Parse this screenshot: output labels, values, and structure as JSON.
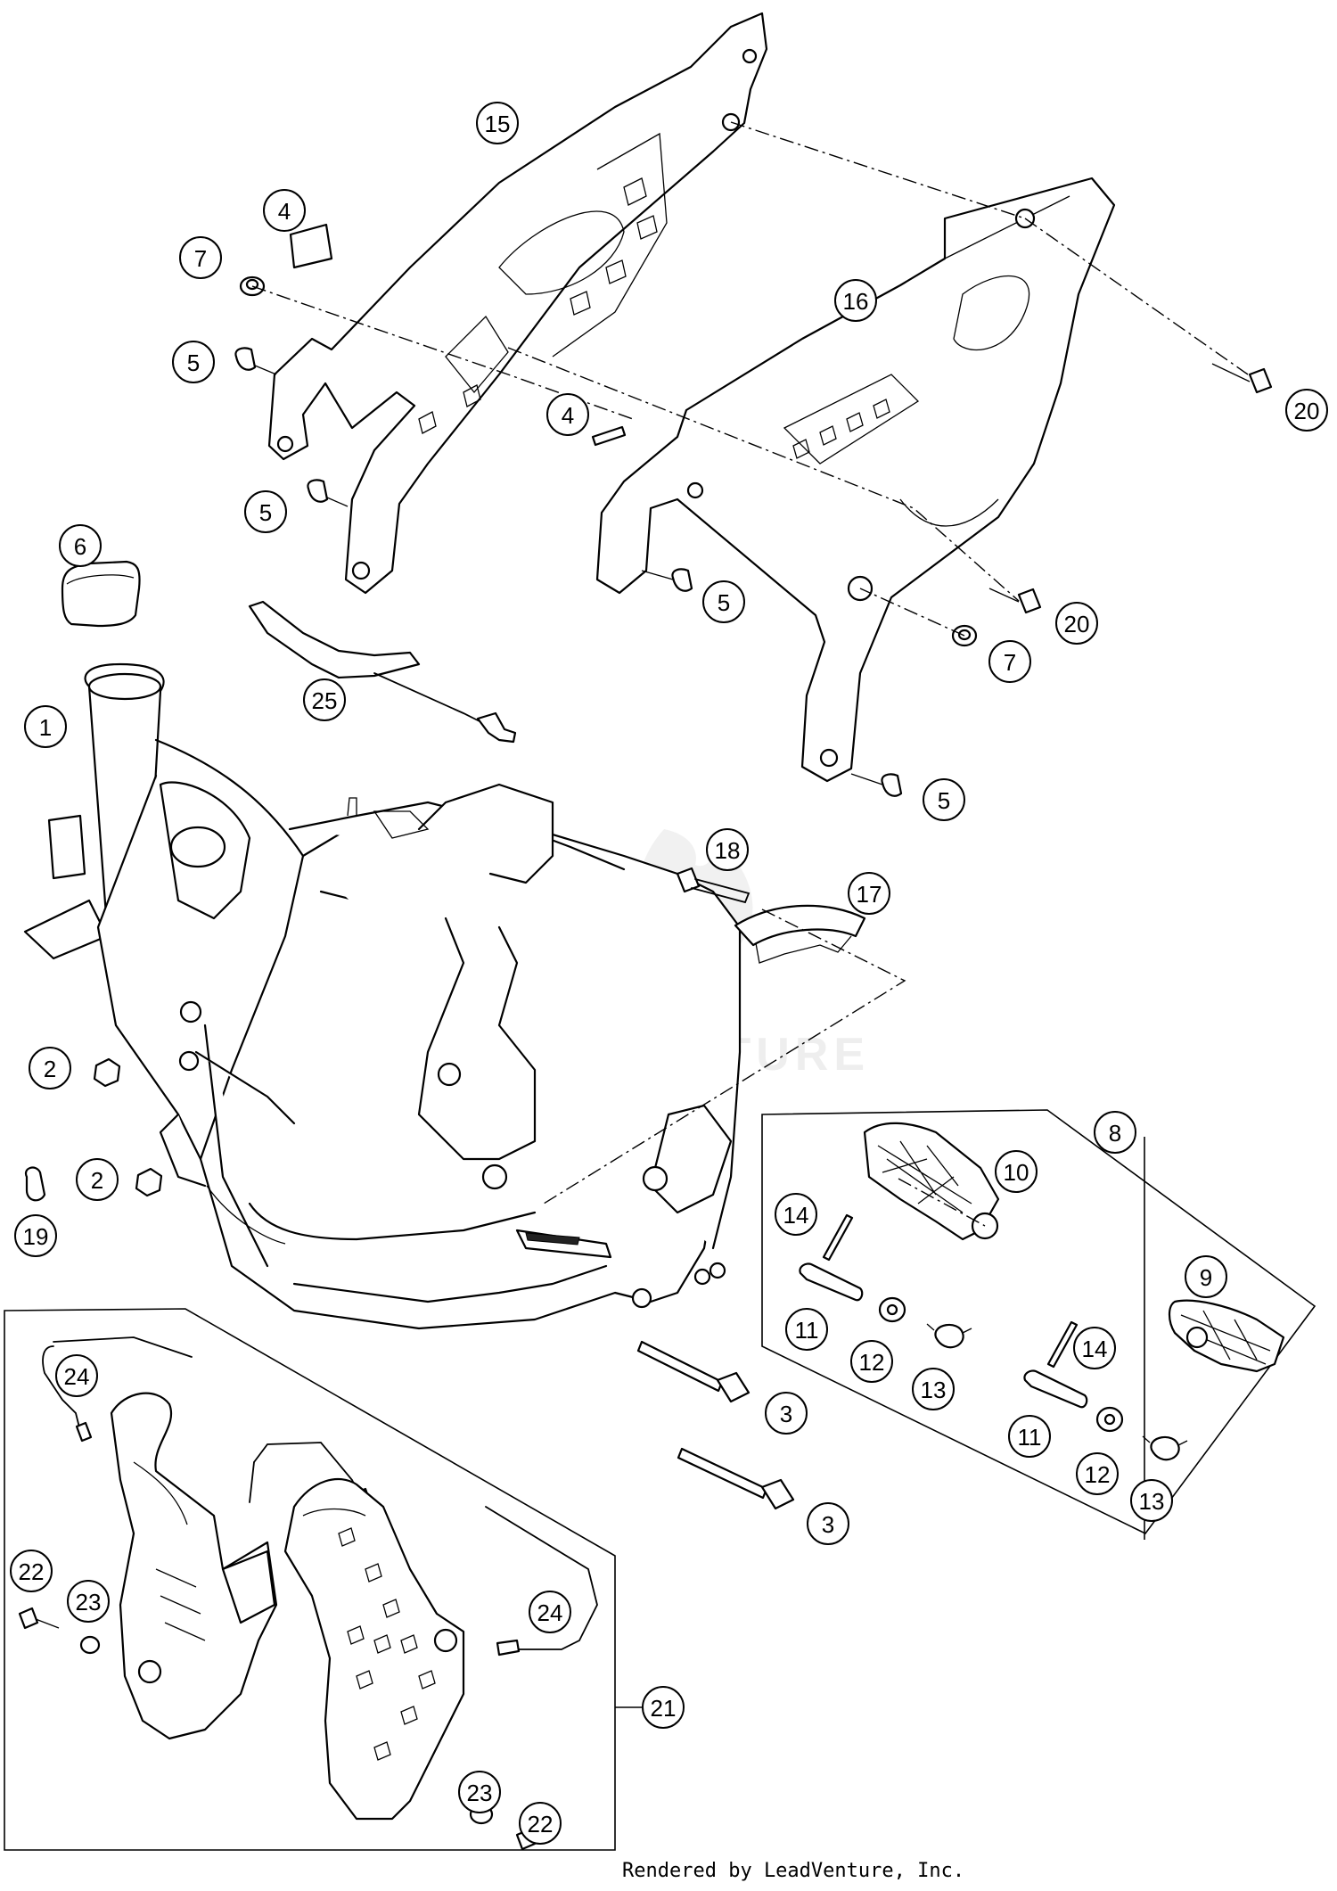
{
  "watermark_text": "LEADVENTURE",
  "credit": "Rendered by LeadVenture, Inc.",
  "callouts": [
    {
      "label": "15"
    },
    {
      "label": "4"
    },
    {
      "label": "7"
    },
    {
      "label": "5"
    },
    {
      "label": "5"
    },
    {
      "label": "4"
    },
    {
      "label": "16"
    },
    {
      "label": "20"
    },
    {
      "label": "6"
    },
    {
      "label": "5"
    },
    {
      "label": "20"
    },
    {
      "label": "7"
    },
    {
      "label": "25"
    },
    {
      "label": "1"
    },
    {
      "label": "5"
    },
    {
      "label": "18"
    },
    {
      "label": "17"
    },
    {
      "label": "2"
    },
    {
      "label": "8"
    },
    {
      "label": "10"
    },
    {
      "label": "2"
    },
    {
      "label": "19"
    },
    {
      "label": "14"
    },
    {
      "label": "9"
    },
    {
      "label": "11"
    },
    {
      "label": "12"
    },
    {
      "label": "14"
    },
    {
      "label": "13"
    },
    {
      "label": "24"
    },
    {
      "label": "3"
    },
    {
      "label": "11"
    },
    {
      "label": "12"
    },
    {
      "label": "13"
    },
    {
      "label": "3"
    },
    {
      "label": "22"
    },
    {
      "label": "23"
    },
    {
      "label": "24"
    },
    {
      "label": "21"
    },
    {
      "label": "23"
    },
    {
      "label": "22"
    }
  ]
}
